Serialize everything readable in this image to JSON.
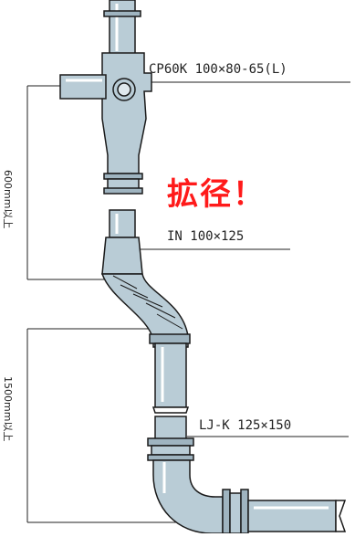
{
  "labels": {
    "top_fitting": "CP60K 100×80-65(L)",
    "increaser": "IN 100×125",
    "bottom_fitting": "LJ-K 125×150",
    "emphasis": "拡径！"
  },
  "dimensions": {
    "upper": "600mm以上",
    "lower": "1500mm以上"
  },
  "colors": {
    "pipe_fill": "#b9ccd6",
    "pipe_stroke": "#1a1a1a",
    "emphasis": "#ff1a1a"
  }
}
